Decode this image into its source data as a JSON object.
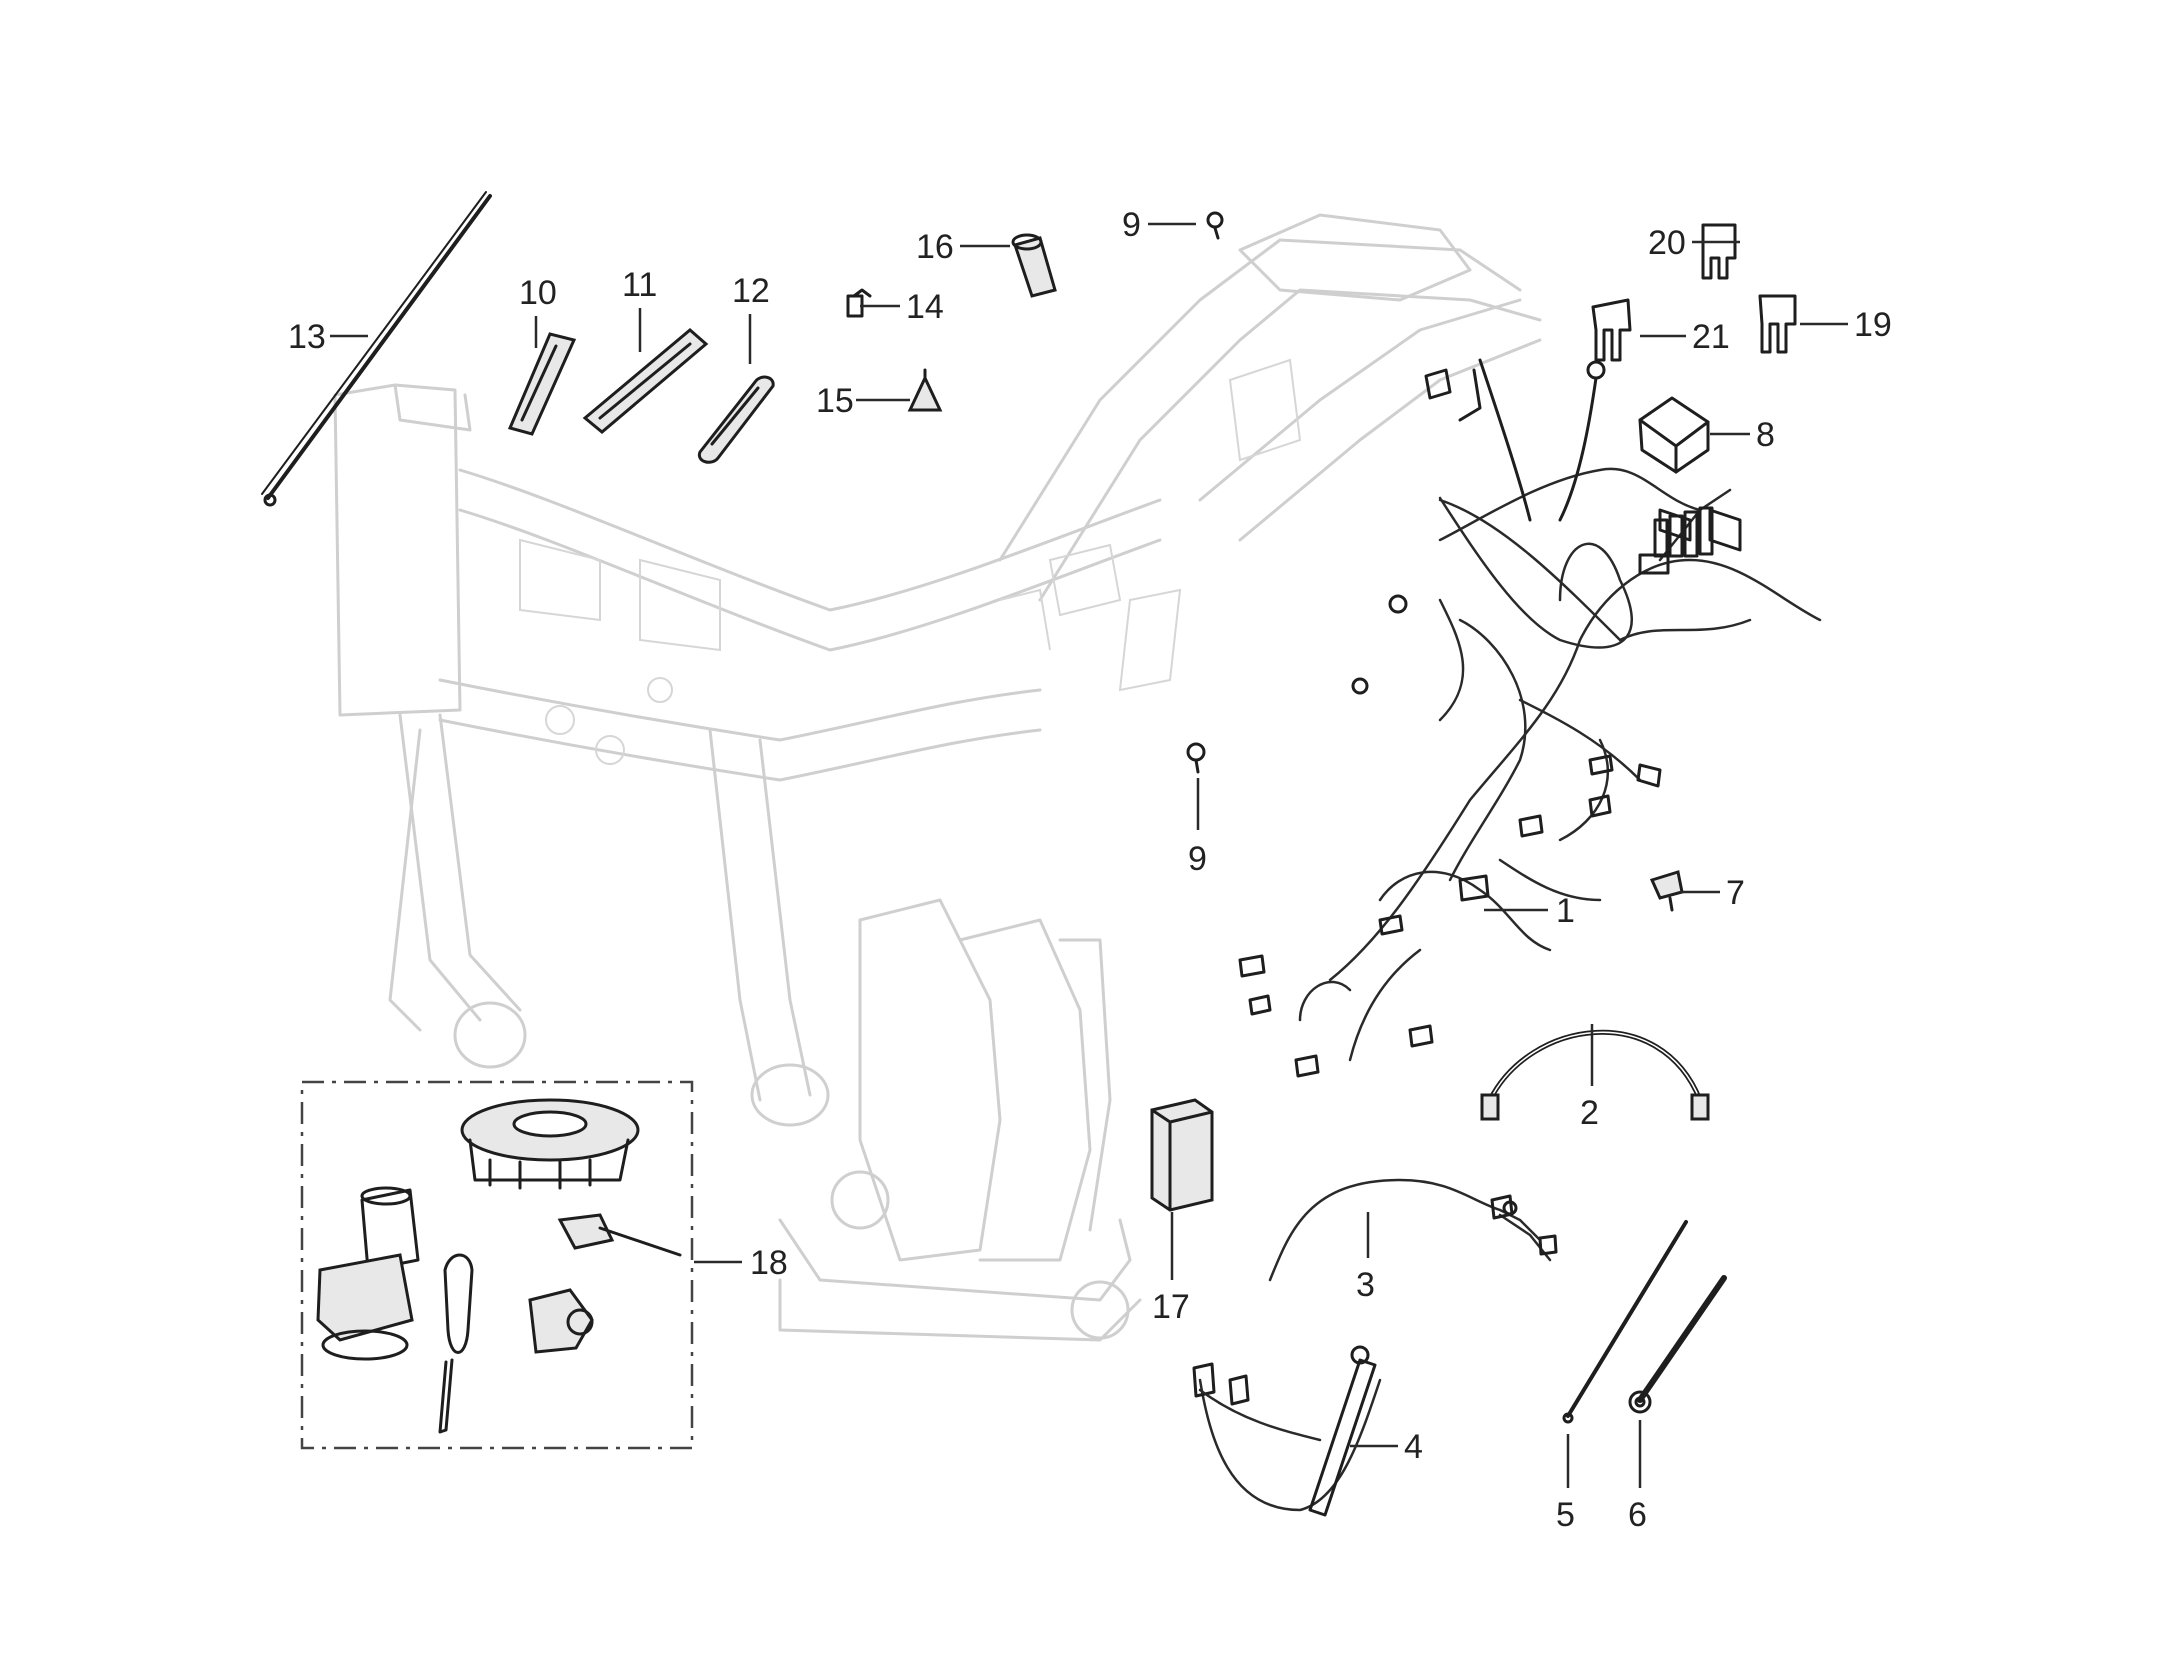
{
  "callouts": {
    "c1": "1",
    "c2": "2",
    "c3": "3",
    "c4": "4",
    "c5": "5",
    "c6": "6",
    "c7": "7",
    "c8": "8",
    "c9a": "9",
    "c9b": "9",
    "c10": "10",
    "c11": "11",
    "c12": "12",
    "c13": "13",
    "c14": "14",
    "c15": "15",
    "c16": "16",
    "c17": "17",
    "c18": "18",
    "c19": "19",
    "c20": "20",
    "c21": "21"
  },
  "colors": {
    "frame": "#cfcfcf",
    "part": "#1e1e1e",
    "text": "#222222"
  }
}
